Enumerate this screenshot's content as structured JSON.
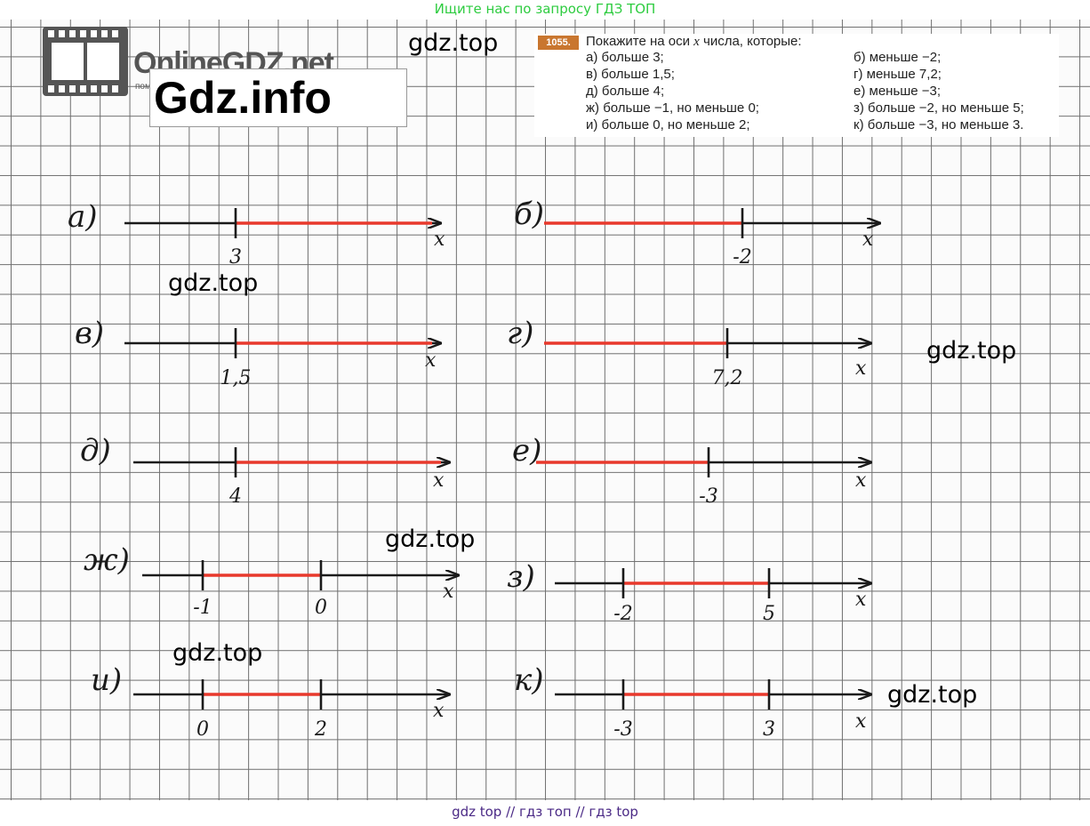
{
  "top_banner": "Ищите нас по запросу ГДЗ ТОП",
  "bottom_banner": "gdz top  //  гдз топ  //  гдз top",
  "logo": {
    "text": "OnlineGDZ.net",
    "subtext": "пом"
  },
  "overlay_title": "Gdz.info",
  "watermark": "gdz.top",
  "task": {
    "number": "1055.",
    "title_before_var": "Покажите на оси ",
    "variable": "x",
    "title_after_var": " числа, которые:",
    "items": [
      "а) больше 3;",
      "б) меньше −2;",
      "в) больше 1,5;",
      "г) меньше 7,2;",
      "д) больше 4;",
      "е) меньше −3;",
      "ж) больше −1, но меньше 0;",
      "з) больше −2, но меньше 5;",
      "и) больше 0, но меньше 2;",
      "к) больше −3, но меньше 3."
    ]
  },
  "colors": {
    "axis": "#1a1a1a",
    "highlight": "#e8392c",
    "grid": "#6f6f6f",
    "banner_top": "#2ecc40",
    "banner_bottom": "#4b2a86"
  },
  "axes": [
    {
      "label": "а)",
      "var": "x",
      "marks": [
        "3"
      ],
      "mark_values": [
        3
      ],
      "ray": "right"
    },
    {
      "label": "б)",
      "var": "x",
      "marks": [
        "-2"
      ],
      "mark_values": [
        -2
      ],
      "ray": "left"
    },
    {
      "label": "в)",
      "var": "x",
      "marks": [
        "1,5"
      ],
      "mark_values": [
        1.5
      ],
      "ray": "right"
    },
    {
      "label": "г)",
      "var": "x",
      "marks": [
        "7,2"
      ],
      "mark_values": [
        7.2
      ],
      "ray": "left"
    },
    {
      "label": "д)",
      "var": "x",
      "marks": [
        "4"
      ],
      "mark_values": [
        4
      ],
      "ray": "right"
    },
    {
      "label": "е)",
      "var": "x",
      "marks": [
        "-3"
      ],
      "mark_values": [
        -3
      ],
      "ray": "left"
    },
    {
      "label": "ж)",
      "var": "x",
      "marks": [
        "-1",
        "0"
      ],
      "mark_values": [
        -1,
        0
      ],
      "ray": "between"
    },
    {
      "label": "з)",
      "var": "x",
      "marks": [
        "-2",
        "5"
      ],
      "mark_values": [
        -2,
        5
      ],
      "ray": "between"
    },
    {
      "label": "и)",
      "var": "x",
      "marks": [
        "0",
        "2"
      ],
      "mark_values": [
        0,
        2
      ],
      "ray": "between"
    },
    {
      "label": "к)",
      "var": "x",
      "marks": [
        "-3",
        "3"
      ],
      "mark_values": [
        -3,
        3
      ],
      "ray": "between"
    }
  ]
}
